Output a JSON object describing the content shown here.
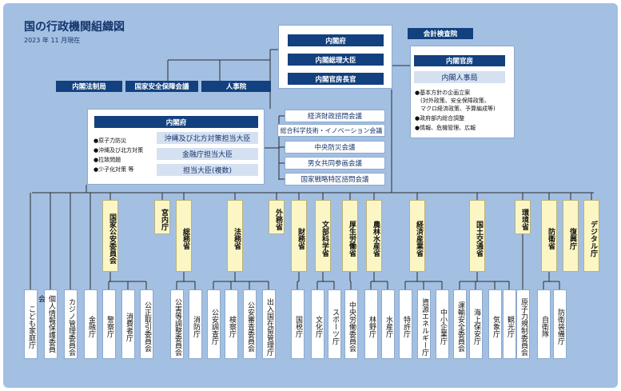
{
  "title": "国の行政機関組織図",
  "subtitle": "2023 年 11 月現在",
  "top_box": [
    "内閣府",
    "内閣総理大臣",
    "内閣官房長官"
  ],
  "audit": "会計検査院",
  "cabinet_secretariat": {
    "title": "内閣官房",
    "sub": "内閣人事局",
    "bullets": [
      "●基本方針の企画立案",
      "(対外政策、安全保障政策、",
      "マクロ経済政策、予算編成等)",
      "●政府部内総合調整",
      "●情報、危機管理、広報"
    ]
  },
  "cabinet_bodies": [
    "内閣法制局",
    "国家安全保障会議",
    "人事院"
  ],
  "naikakufu": {
    "title": "内閣府",
    "bullets": [
      "●原子力防災",
      "●沖縄及び北方対策",
      "●拉致問題",
      "●少子化対策 等"
    ],
    "ministers": [
      "沖縄及び北方対策担当大臣",
      "金融庁担当大臣",
      "担当大臣(複数)"
    ]
  },
  "councils": [
    "経済財政諮問会議",
    "総合科学技術・イノベーション会議",
    "中央防災会議",
    "男女共同参画会議",
    "国家戦略特区諮問会議"
  ],
  "ministries": [
    "国家公安委員会",
    "宮内庁",
    "総務省",
    "法務省",
    "外務省",
    "財務省",
    "文部科学省",
    "厚生労働省",
    "農林水産省",
    "経済産業省",
    "国土交通省",
    "環境省",
    "防衛省",
    "復興庁",
    "デジタル庁"
  ],
  "agencies": [
    "こども家庭庁",
    "個人情報保護委員会",
    "カジノ管理委員会",
    "金融庁",
    "警察庁",
    "消費者庁",
    "公正取引委員会",
    "公害等調整委員会",
    "消防庁",
    "公安調査庁",
    "検察庁",
    "公安審査委員会",
    "出入国在留管理庁",
    "国税庁",
    "文化庁",
    "スポーツ庁",
    "中央労働委員会",
    "林野庁",
    "水産庁",
    "特許庁",
    "資源エネルギー庁",
    "中小企業庁",
    "運輸安全委員会",
    "海上保安庁",
    "気象庁",
    "観光庁",
    "原子力規制委員会",
    "自衛隊",
    "防衛装備庁"
  ]
}
